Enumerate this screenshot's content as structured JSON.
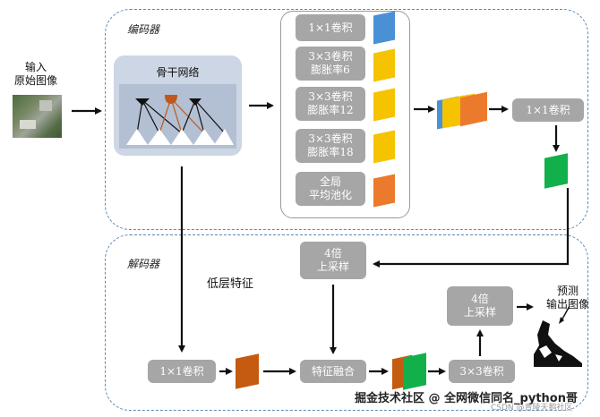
{
  "regions": {
    "encoder_label": "编码器",
    "decoder_label": "解码器"
  },
  "input": {
    "label": "输入\n原始图像"
  },
  "backbone": {
    "label": "骨干网络"
  },
  "aspp": {
    "items": [
      {
        "label": "1×1卷积",
        "color": "#4a90d6"
      },
      {
        "label": "3×3卷积\n膨胀率6",
        "color": "#f5c300"
      },
      {
        "label": "3×3卷积\n膨胀率12",
        "color": "#f5c300"
      },
      {
        "label": "3×3卷积\n膨胀率18",
        "color": "#f5c300"
      },
      {
        "label": "全局\n平均池化",
        "color": "#ec7a2c"
      }
    ]
  },
  "encoder": {
    "conv1x1_label": "1×1卷积",
    "concat_colors": [
      "#4a90d6",
      "#f5c300",
      "#f5c300",
      "#f5c300",
      "#ec7a2c"
    ],
    "output_color": "#12b04b"
  },
  "decoder": {
    "low_level_label": "低层特征",
    "upsample1_label": "4倍\n上采样",
    "conv1x1_label": "1×1卷积",
    "fusion_label": "特征融合",
    "conv3x3_label": "3×3卷积",
    "upsample2_label": "4倍\n上采样",
    "prediction_label": "预测\n输出图像",
    "low_feature_color": "#c55a11",
    "fusion_colors": [
      "#c55a11",
      "#12b04b"
    ]
  },
  "watermark": {
    "text": "掘金技术社区 @ 全网微信同名_python哥",
    "subtext": "CSDN @青陵天鹅社区"
  }
}
